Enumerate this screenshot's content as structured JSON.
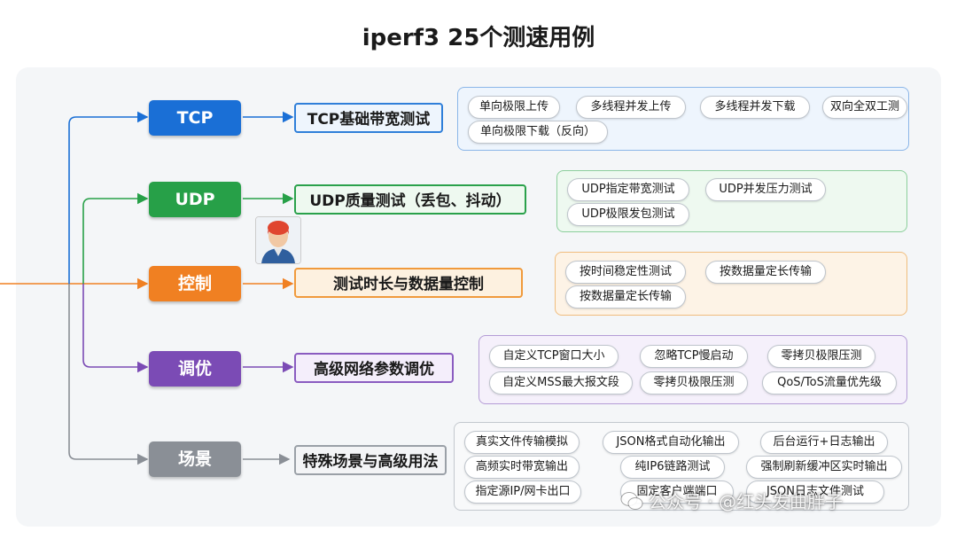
{
  "title": "iperf3 25个测速用例",
  "colors": {
    "tcp": "#1a6fd6",
    "udp": "#27a048",
    "ctrl": "#f08022",
    "tune": "#7b4bb5",
    "scene": "#8a8f96"
  },
  "categories": [
    {
      "label": "TCP",
      "sub": "TCP基础带宽测试",
      "cases": [
        "单向极限上传",
        "多线程并发上传",
        "多线程并发下载",
        "双向全双工测",
        "单向极限下载（反向）"
      ]
    },
    {
      "label": "UDP",
      "sub": "UDP质量测试（丢包、抖动）",
      "cases": [
        "UDP指定带宽测试",
        "UDP并发压力测试",
        "UDP极限发包测试"
      ]
    },
    {
      "label": "控制",
      "sub": "测试时长与数据量控制",
      "cases": [
        "按时间稳定性测试",
        "按数据量定长传输",
        "按数据量定长传输"
      ]
    },
    {
      "label": "调优",
      "sub": "高级网络参数调优",
      "cases": [
        "自定义TCP窗口大小",
        "忽略TCP慢启动",
        "零拷贝极限压测",
        "自定义MSS最大报文段",
        "零拷贝极限压测",
        "QoS/ToS流量优先级"
      ]
    },
    {
      "label": "场景",
      "sub": "特殊场景与高级用法",
      "cases": [
        "真实文件传输模拟",
        "JSON格式自动化输出",
        "后台运行+日志输出",
        "高频实时带宽输出",
        "纯IP6链路测试",
        "强制刷新缓冲区实时输出",
        "指定源IP/网卡出口",
        "固定客户端端口",
        "JSON日志文件测试"
      ]
    }
  ],
  "watermark": "公众号 · @红头发曲胖子"
}
